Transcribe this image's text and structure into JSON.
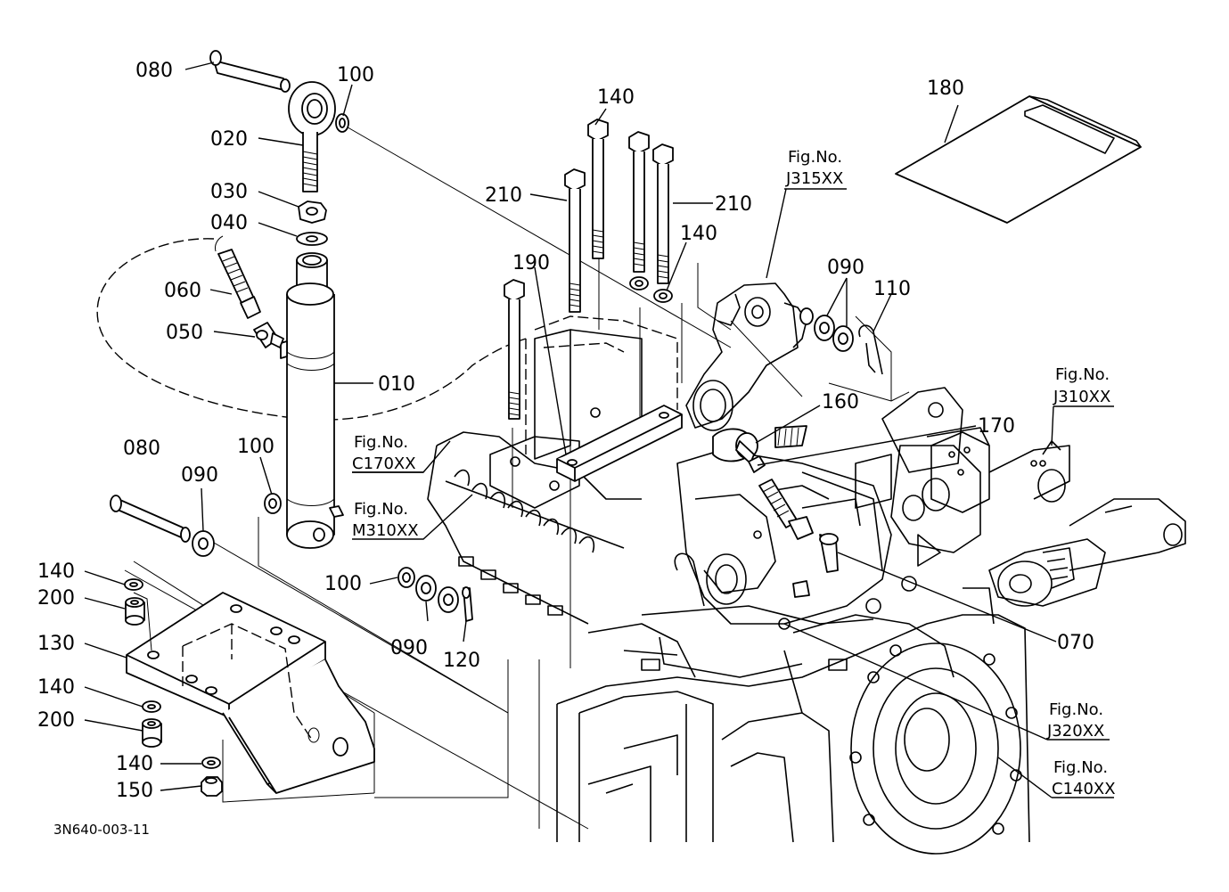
{
  "diagram": {
    "drawing_code": "3N640-003-11",
    "labels": [
      {
        "id": "lbl-080-top",
        "text": "080"
      },
      {
        "id": "lbl-100-top",
        "text": "100"
      },
      {
        "id": "lbl-020",
        "text": "020"
      },
      {
        "id": "lbl-030",
        "text": "030"
      },
      {
        "id": "lbl-040",
        "text": "040"
      },
      {
        "id": "lbl-060",
        "text": "060"
      },
      {
        "id": "lbl-050",
        "text": "050"
      },
      {
        "id": "lbl-010",
        "text": "010"
      },
      {
        "id": "lbl-100-mid",
        "text": "100"
      },
      {
        "id": "lbl-080-bot",
        "text": "080"
      },
      {
        "id": "lbl-090-left",
        "text": "090"
      },
      {
        "id": "lbl-140-a",
        "text": "140"
      },
      {
        "id": "lbl-200-a",
        "text": "200"
      },
      {
        "id": "lbl-130",
        "text": "130"
      },
      {
        "id": "lbl-140-b",
        "text": "140"
      },
      {
        "id": "lbl-200-b",
        "text": "200"
      },
      {
        "id": "lbl-140-c",
        "text": "140"
      },
      {
        "id": "lbl-150",
        "text": "150"
      },
      {
        "id": "lbl-100-bot",
        "text": "100"
      },
      {
        "id": "lbl-090-bot",
        "text": "090"
      },
      {
        "id": "lbl-120",
        "text": "120"
      },
      {
        "id": "lbl-140-top",
        "text": "140"
      },
      {
        "id": "lbl-210-left",
        "text": "210"
      },
      {
        "id": "lbl-210-right",
        "text": "210"
      },
      {
        "id": "lbl-140-right",
        "text": "140"
      },
      {
        "id": "lbl-190",
        "text": "190"
      },
      {
        "id": "lbl-090-right",
        "text": "090"
      },
      {
        "id": "lbl-110",
        "text": "110"
      },
      {
        "id": "lbl-160",
        "text": "160"
      },
      {
        "id": "lbl-170",
        "text": "170"
      },
      {
        "id": "lbl-070",
        "text": "070"
      },
      {
        "id": "lbl-180",
        "text": "180"
      }
    ],
    "figure_refs": [
      {
        "id": "fig-j315",
        "title": "Fig.No.",
        "code": "J315XX"
      },
      {
        "id": "fig-c170",
        "title": "Fig.No.",
        "code": "C170XX"
      },
      {
        "id": "fig-m310",
        "title": "Fig.No.",
        "code": "M310XX"
      },
      {
        "id": "fig-j310",
        "title": "Fig.No.",
        "code": "J310XX"
      },
      {
        "id": "fig-j320",
        "title": "Fig.No.",
        "code": "J320XX"
      },
      {
        "id": "fig-c140",
        "title": "Fig.No.",
        "code": "C140XX"
      }
    ]
  }
}
